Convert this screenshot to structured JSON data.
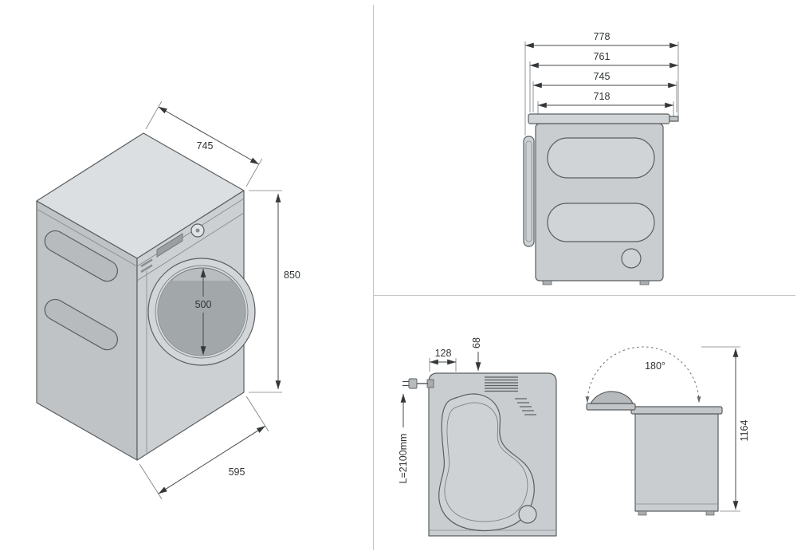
{
  "drawing": {
    "type": "appliance-dimension-diagram",
    "colors": {
      "body_fill": "#c9cdcf",
      "top_face_fill": "#dcdfe1",
      "side_face_fill": "#bfc3c6",
      "front_face_fill": "#ccd0d2",
      "line": "#5a5e60",
      "dim_text": "#303436"
    },
    "isometric_view": {
      "top_width_mm": "745",
      "height_mm": "850",
      "door_diameter_mm": "500",
      "depth_mm": "595"
    },
    "side_view": {
      "depth_overall_mm": "778",
      "depth_2_mm": "761",
      "depth_3_mm": "745",
      "depth_body_mm": "718"
    },
    "rear_view": {
      "cord_offset_mm": "128",
      "vent_offset_mm": "68",
      "cord_length": "L=2100mm"
    },
    "lid_view": {
      "opening_angle": "180°",
      "height_lid_open_mm": "1164"
    }
  }
}
